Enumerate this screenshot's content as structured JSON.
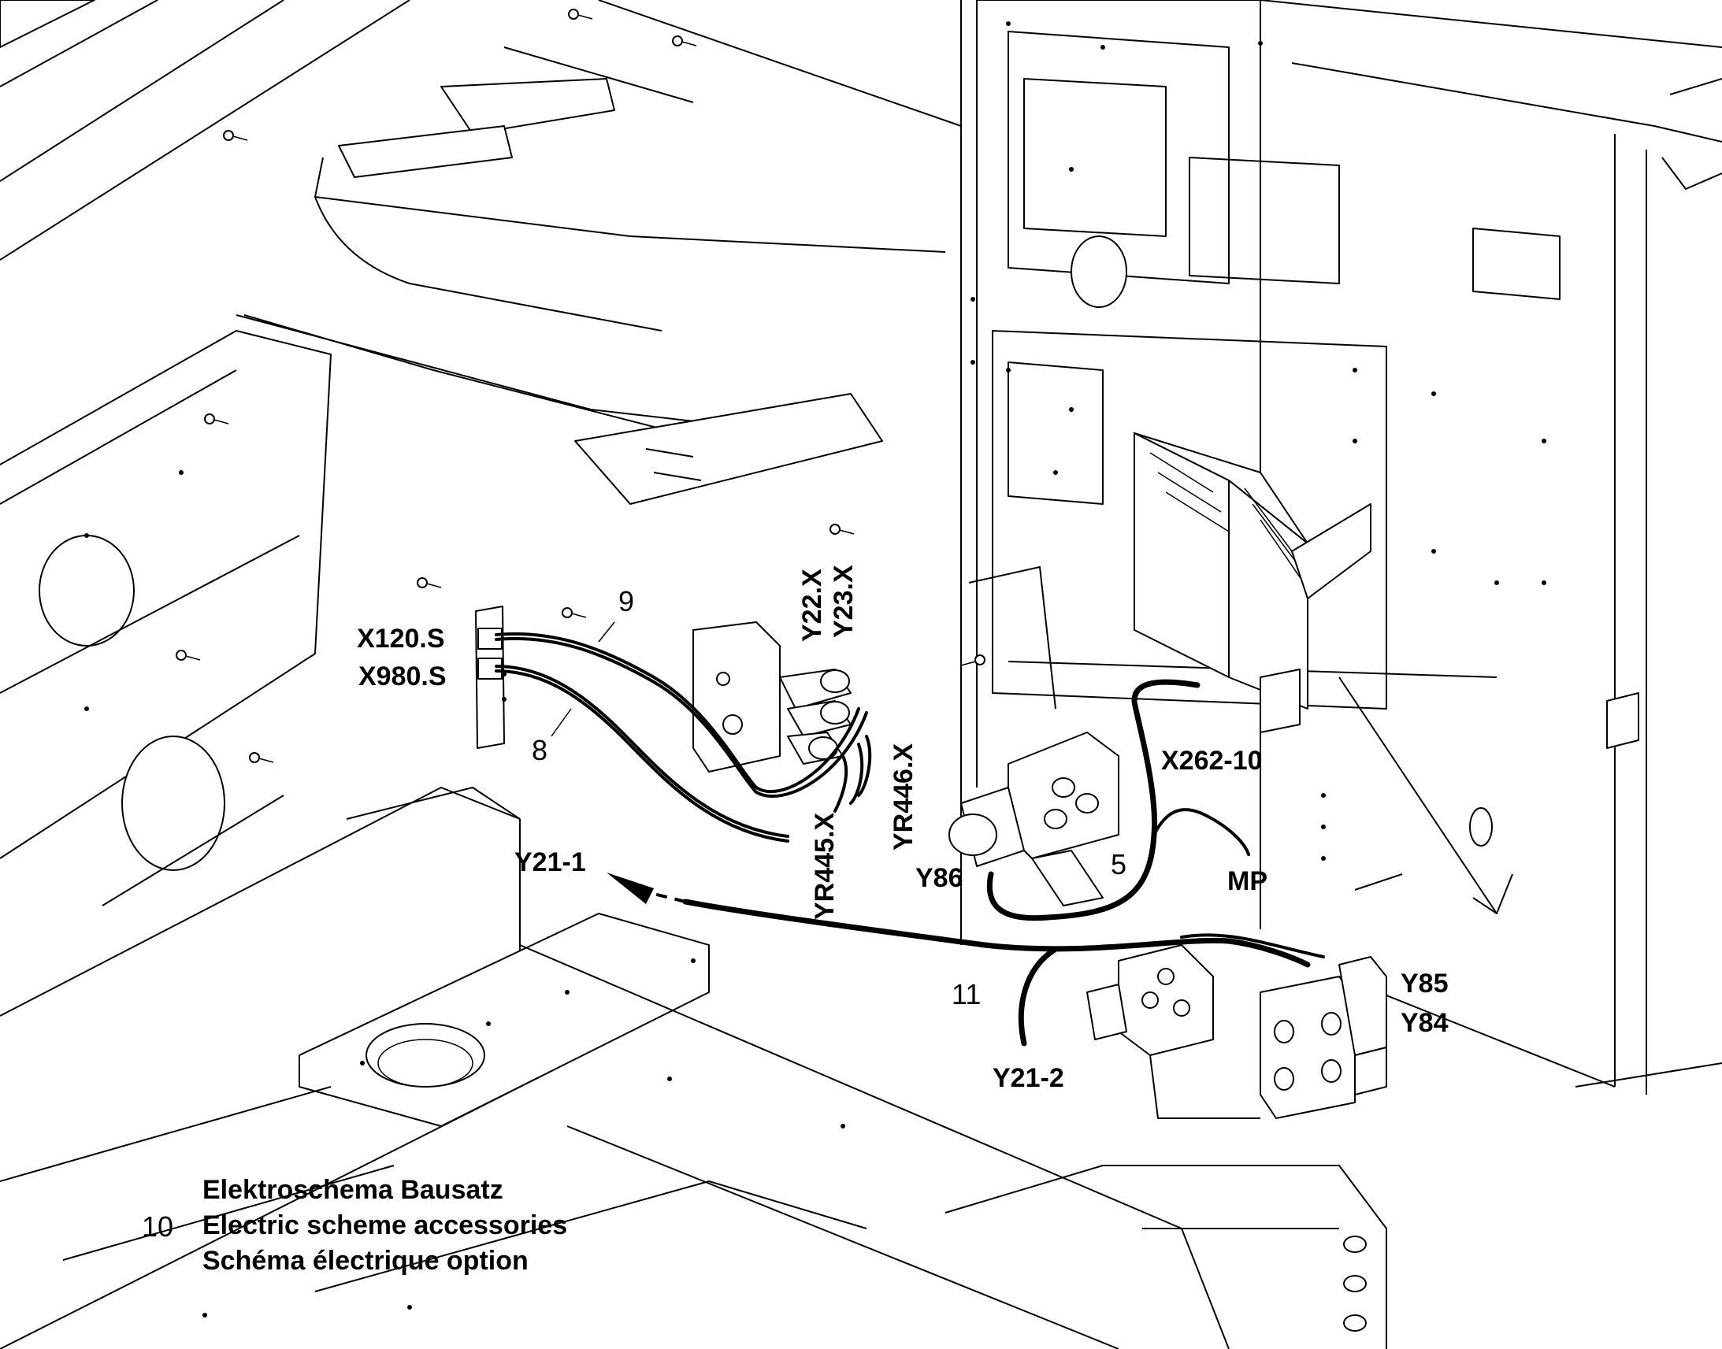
{
  "labels": {
    "x120s": "X120.S",
    "x980s": "X980.S",
    "y22x": "Y22.X",
    "y23x": "Y23.X",
    "yr446x": "YR446.X",
    "yr445x": "YR445.X",
    "x262_10": "X262-10",
    "y21_1": "Y21-1",
    "y86": "Y86",
    "mp": "MP",
    "y85": "Y85",
    "y84": "Y84",
    "y21_2": "Y21-2"
  },
  "callouts": {
    "n9": "9",
    "n8": "8",
    "n5": "5",
    "n11": "11",
    "n10": "10"
  },
  "legend": {
    "de": "Elektroschema Bausatz",
    "en": "Electric scheme accessories",
    "fr": "Schéma électrique option"
  }
}
